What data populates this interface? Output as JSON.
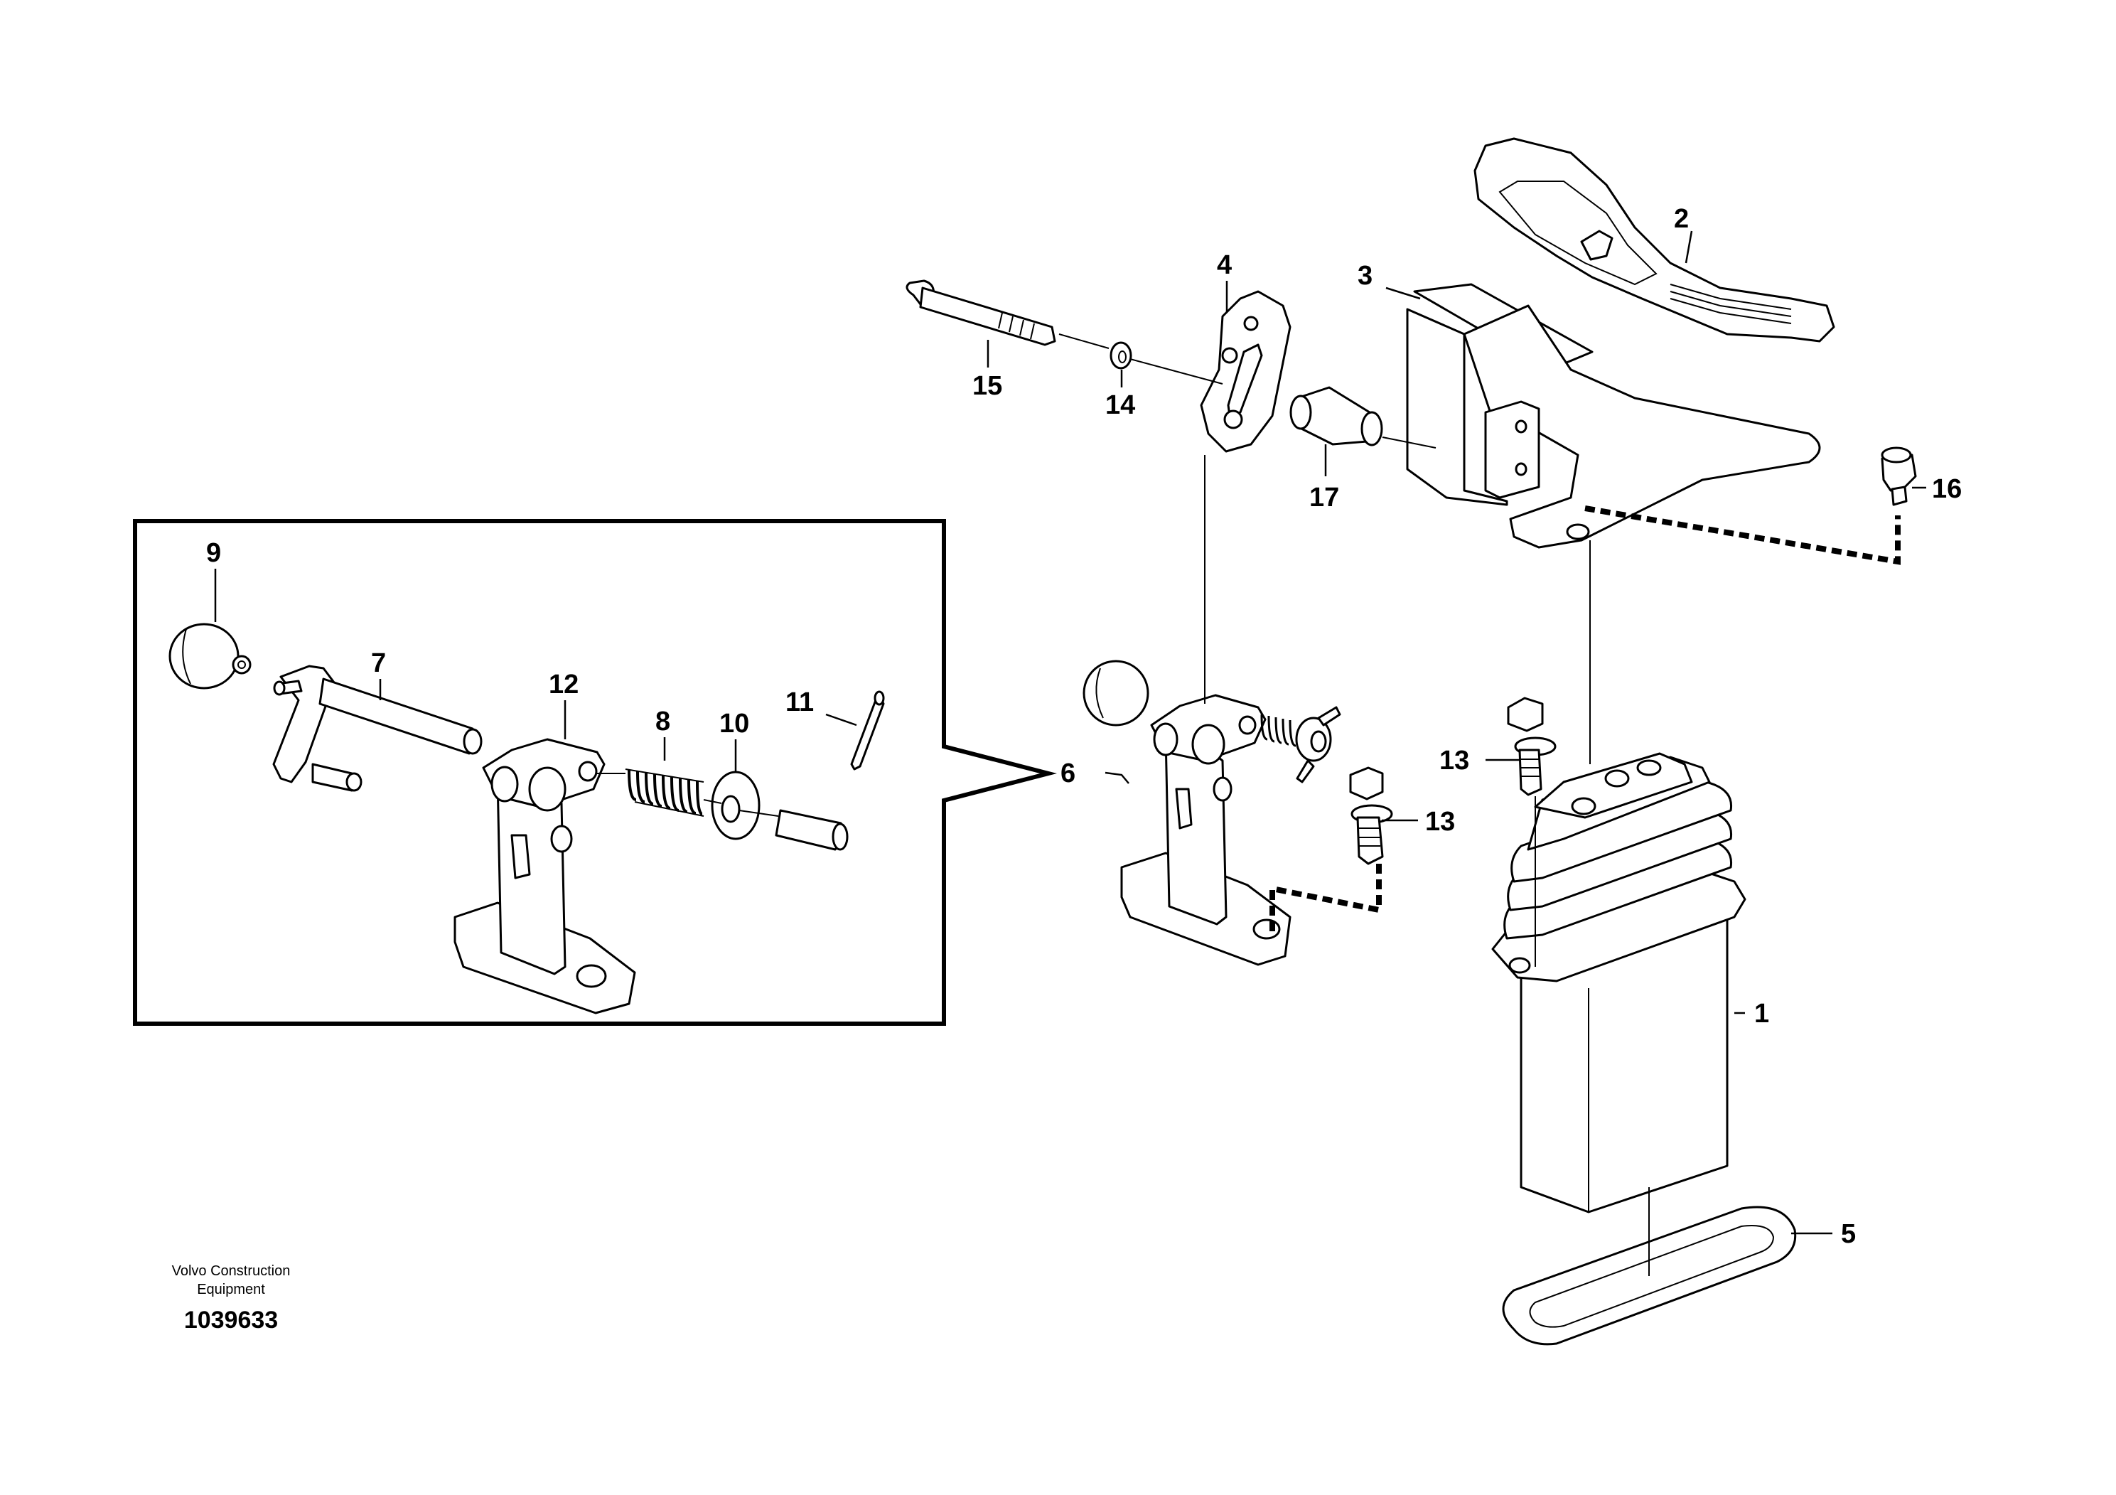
{
  "callouts": {
    "c1": "1",
    "c2": "2",
    "c3": "3",
    "c4": "4",
    "c5": "5",
    "c6": "6",
    "c7": "7",
    "c8": "8",
    "c9": "9",
    "c10": "10",
    "c11": "11",
    "c12": "12",
    "c13a": "13",
    "c13b": "13",
    "c14": "14",
    "c15": "15",
    "c16": "16",
    "c17": "17"
  },
  "footer": {
    "company_line1": "Volvo Construction",
    "company_line2": "Equipment",
    "document_number": "1039633"
  }
}
